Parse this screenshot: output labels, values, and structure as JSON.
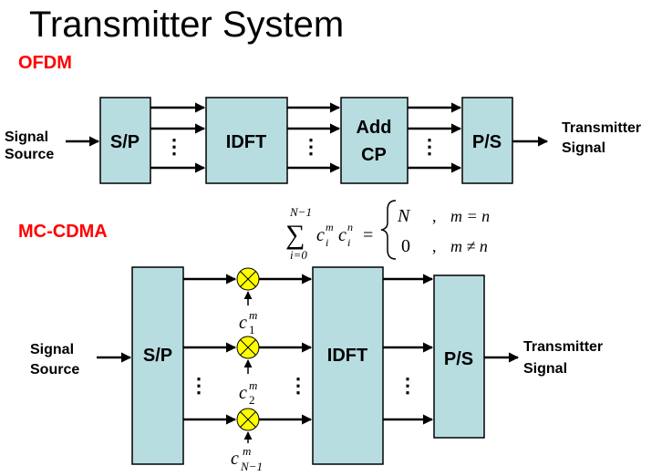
{
  "title": "Transmitter System",
  "ofdm": {
    "heading": "OFDM",
    "input_label": [
      "Signal",
      "Source"
    ],
    "blocks": [
      "S/P",
      "IDFT",
      "Add",
      "CP",
      "P/S"
    ],
    "output_label": [
      "Transmitter",
      "Signal"
    ]
  },
  "mccdma": {
    "heading": "MC-CDMA",
    "input_label": [
      "Signal",
      "Source"
    ],
    "blocks": [
      "S/P",
      "IDFT",
      "P/S"
    ],
    "output_label": [
      "Transmitter",
      "Signal"
    ],
    "codes": [
      {
        "base": "c",
        "sup": "m",
        "sub": "1"
      },
      {
        "base": "c",
        "sup": "m",
        "sub": "2"
      },
      {
        "base": "c",
        "sup": "m",
        "sub": "N−1"
      }
    ]
  },
  "equation": {
    "sum_upper": "N−1",
    "sum_lower": "i=0",
    "sigma": "∑",
    "term": "c",
    "sup1": "m",
    "sub1": "i",
    "sup2": "n",
    "sub2": "i",
    "case1_value": "N",
    "case1_cond": "m = n",
    "case2_value": "0",
    "case2_cond": "m ≠ n"
  },
  "colors": {
    "block_fill": "#b7dde0",
    "heading": "#ff0000",
    "multiplier": "#ffff00"
  },
  "icons": {
    "multiplier": "circle-times-icon",
    "arrow": "arrow-right-icon"
  }
}
